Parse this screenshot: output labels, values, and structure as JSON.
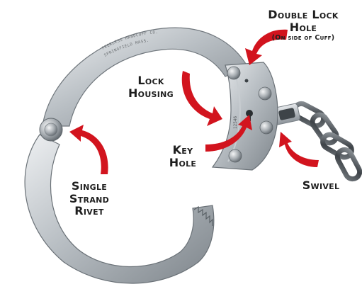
{
  "diagram": {
    "labels": {
      "double_lock_hole": {
        "line1": "Double Lock",
        "line2": "Hole",
        "note": "(On side of Cuff)"
      },
      "lock_housing": {
        "line1": "Lock",
        "line2": "Housing"
      },
      "key_hole": {
        "line1": "Key",
        "line2": "Hole"
      },
      "swivel": {
        "line1": "Swivel"
      },
      "single_strand_rivet": {
        "line1": "Single",
        "line2": "Strand",
        "line3": "Rivet"
      }
    },
    "engraving": {
      "maker": "PEERLESS HANDCUFF CO.",
      "city": "SPRINGFIELD MASS.",
      "serial": "12546"
    },
    "colors": {
      "arrow": "#d2141e",
      "steel_light": "#dcdfe2",
      "steel_mid": "#a9afb4",
      "steel_dark": "#6f767c",
      "text": "#1e1e1e"
    }
  }
}
